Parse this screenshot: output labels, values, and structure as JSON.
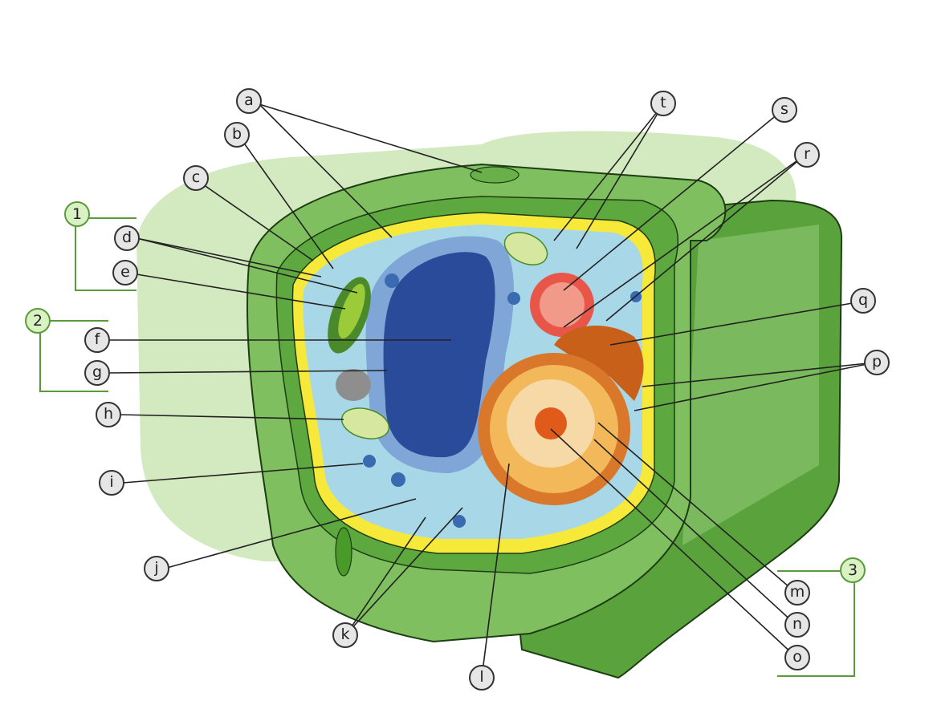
{
  "labels": {
    "a": "a",
    "b": "b",
    "c": "c",
    "d": "d",
    "e": "e",
    "f": "f",
    "g": "g",
    "h": "h",
    "i": "i",
    "j": "j",
    "k": "k",
    "l": "l",
    "m": "m",
    "n": "n",
    "o": "o",
    "p": "p",
    "q": "q",
    "r": "r",
    "s": "s",
    "t": "t"
  },
  "groups": {
    "g1": "1",
    "g2": "2",
    "g3": "3"
  },
  "colors": {
    "background_tissue": "#d3e9c0",
    "cell_wall": "#7fbf5f",
    "cell_wall_dark": "#4e9a32",
    "membrane": "#f6e93a",
    "cytoplasm": "#a8d8e8",
    "nucleus": "#2a4a9a",
    "golgi": "#e8564a",
    "er_rough": "#c8601a",
    "chloroplast": "#4a8a2a",
    "group_bracket": "#5a9a3a"
  }
}
